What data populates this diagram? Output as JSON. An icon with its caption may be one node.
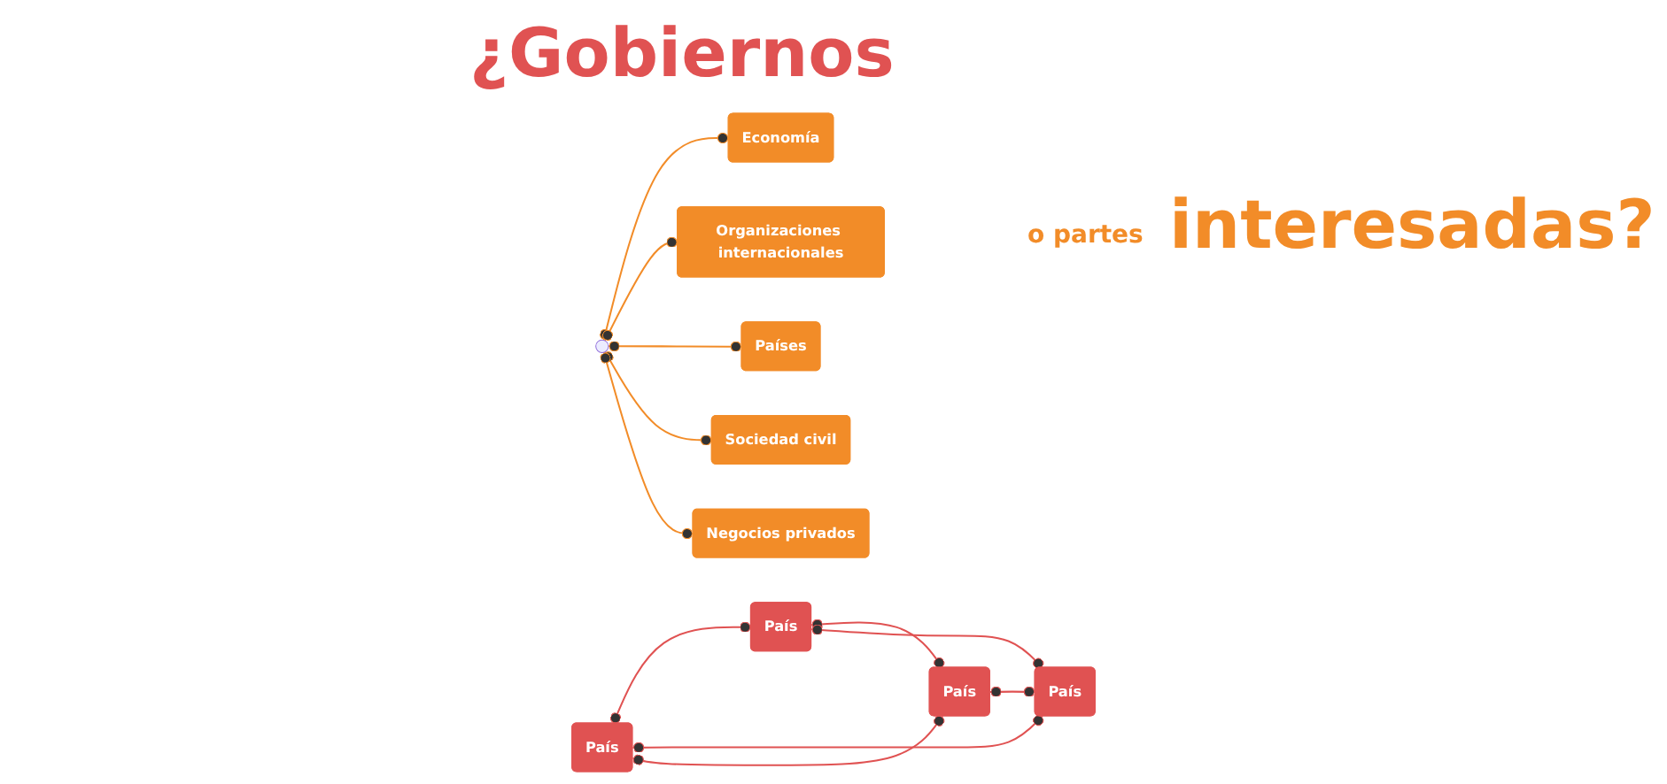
{
  "diagram": {
    "nodes": [
      {
        "text": [
          "País"
        ]
      },
      {
        "text": [
          "País"
        ]
      },
      {
        "text": [
          "País"
        ]
      },
      {
        "text": [
          "País"
        ]
      },
      {
        "text": [
          "Economía"
        ]
      },
      {
        "text": [
          "Organizaciones internacionales"
        ]
      },
      {
        "text": [
          "Países"
        ]
      },
      {
        "text": [],
        "shape": "circle"
      },
      {
        "text": [
          "Sociedad civil"
        ]
      },
      {
        "text": [
          "Negocios privados"
        ]
      }
    ],
    "edges": [
      {
        "from": 0,
        "to": 1,
        "arrow": "other"
      },
      {
        "from": 0,
        "to": 3,
        "arrow": "other"
      },
      {
        "from": 0,
        "to": 2,
        "arrow": "other"
      },
      {
        "from": 1,
        "to": 2,
        "arrow": "other"
      },
      {
        "from": 1,
        "to": 3,
        "arrow": "other"
      },
      {
        "from": 2,
        "to": 3,
        "arrow": "other"
      },
      {
        "from": 7,
        "to": 4,
        "arrow": "other",
        "color": "#f28c28"
      },
      {
        "from": 7,
        "to": 5,
        "arrow": "other",
        "color": "#f28c28"
      },
      {
        "from": 7,
        "to": 6,
        "arrow": "other",
        "color": "#f28c28"
      },
      {
        "from": 7,
        "to": 8,
        "arrow": "other",
        "color": "#f28c28"
      },
      {
        "from": 7,
        "to": 9,
        "arrow": "other",
        "color": "#f28c28"
      }
    ],
    "labels": [
      "¿Gobiernos",
      "o partes",
      "interesadas?"
    ]
  }
}
